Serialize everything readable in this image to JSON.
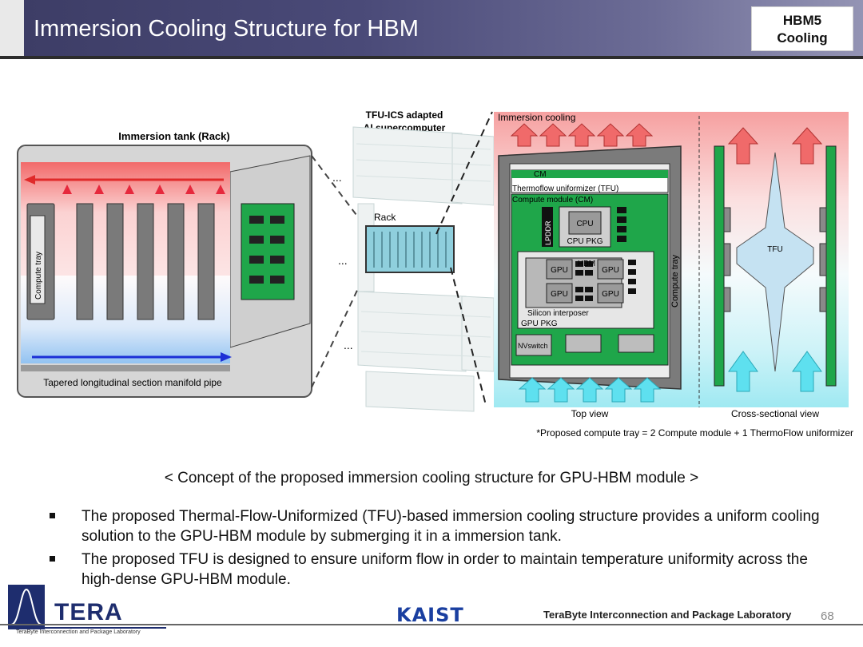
{
  "header": {
    "title": "Immersion Cooling Structure for HBM",
    "badge_line1": "HBM5",
    "badge_line2": "Cooling"
  },
  "figure": {
    "tank_title": "Immersion tank (Rack)",
    "compute_tray": "Compute tray",
    "manifold": "Tapered longitudinal section manifold pipe",
    "supercomputer_line1": "TFU-ICS adapted",
    "supercomputer_line2": "AI supercomputer",
    "rack": "Rack",
    "ellipsis": "...",
    "immersion_cooling": "Immersion cooling",
    "cm_label": "CM",
    "tfu_label": "Thermoflow uniformizer (TFU)",
    "compute_module": "Compute module (CM)",
    "lpddr": "LPDDR",
    "cpu": "CPU",
    "cpu_pkg": "CPU PKG",
    "gpu": "GPU",
    "hbm": "HBM",
    "silicon_interposer": "Silicon interposer",
    "gpu_pkg": "GPU PKG",
    "nvswitch": "NVswitch",
    "compute_tray_side": "Compute tray",
    "tfu": "TFU",
    "top_view": "Top view",
    "cross_view": "Cross-sectional view",
    "footnote": "*Proposed compute tray = 2 Compute module + 1 ThermoFlow uniformizer"
  },
  "caption": "< Concept of the proposed immersion cooling structure for GPU-HBM module >",
  "bullets": [
    "The proposed Thermal-Flow-Uniformized (TFU)-based immersion cooling structure provides a uniform cooling solution to the GPU-HBM module by submerging it in a immersion tank.",
    "The proposed TFU is designed to ensure uniform flow in order to maintain temperature uniformity across the high-dense GPU-HBM module."
  ],
  "footer": {
    "logo": "TERA",
    "logo_sub": "TeraByte Interconnection and Package Laboratory",
    "kaist": "KAIST",
    "lab": "TeraByte Interconnection and Package Laboratory",
    "page": "68"
  },
  "colors": {
    "header": "#4a4a78",
    "pcb_green": "#1fa64a",
    "hot_red": "#f06a6a",
    "cool_cyan": "#5ee0ef",
    "flow_blue": "#1c2fd6"
  }
}
